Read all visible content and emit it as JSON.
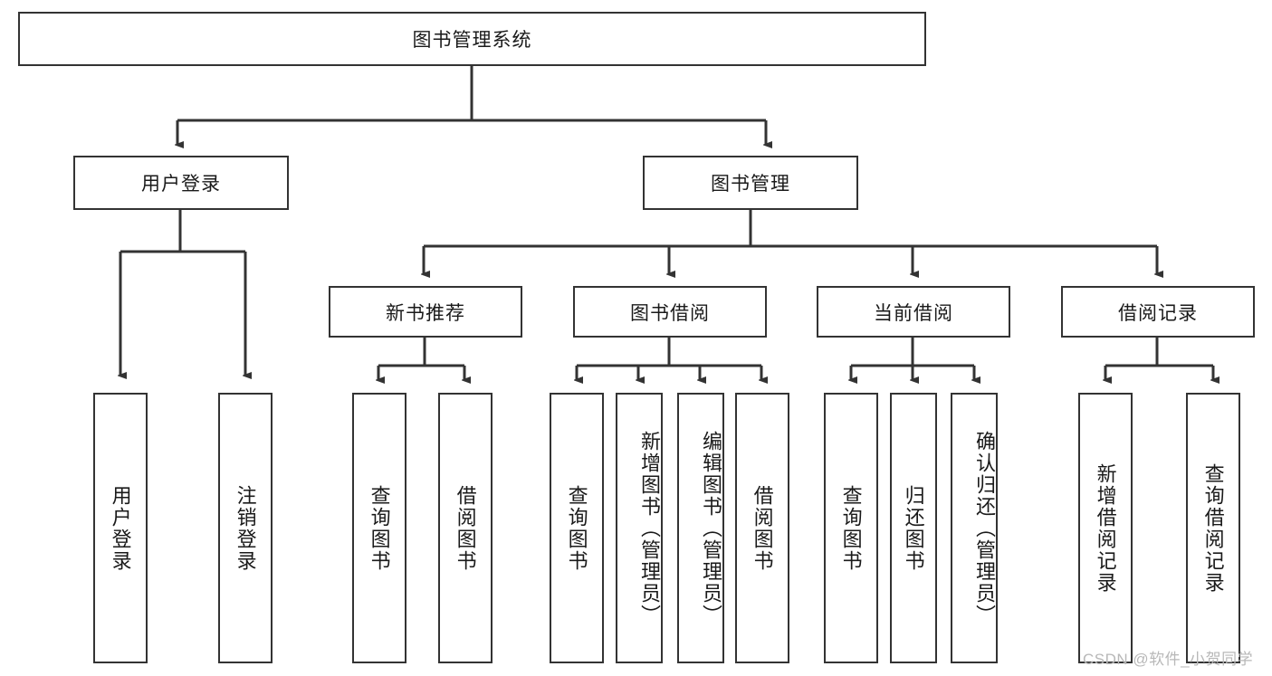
{
  "diagram": {
    "title": "图书管理系统",
    "watermark": "CSDN @软件_小贺同学",
    "accent_border": "#333333",
    "background": "#ffffff",
    "root": {
      "label": "图书管理系统"
    },
    "level1": [
      {
        "label": "用户登录"
      },
      {
        "label": "图书管理"
      }
    ],
    "level2": [
      {
        "label": "新书推荐"
      },
      {
        "label": "图书借阅"
      },
      {
        "label": "当前借阅"
      },
      {
        "label": "借阅记录"
      }
    ],
    "leaves": {
      "user_login": [
        {
          "label": "用户登录"
        },
        {
          "label": "注销登录"
        }
      ],
      "new_book_recommend": [
        {
          "label": "查询图书"
        },
        {
          "label": "借阅图书"
        }
      ],
      "book_borrow": [
        {
          "label": "查询图书"
        },
        {
          "label": "新增图书（管理员）"
        },
        {
          "label": "编辑图书（管理员）"
        },
        {
          "label": "借阅图书"
        }
      ],
      "current_borrow": [
        {
          "label": "查询图书"
        },
        {
          "label": "归还图书"
        },
        {
          "label": "确认归还（管理员）"
        }
      ],
      "borrow_record": [
        {
          "label": "新增借阅记录"
        },
        {
          "label": "查询借阅记录"
        }
      ]
    }
  },
  "chart_data": {
    "type": "table",
    "title": "图书管理系统 功能结构图",
    "nodes": [
      {
        "id": "root",
        "label": "图书管理系统",
        "level": 0,
        "parent": null
      },
      {
        "id": "user_login",
        "label": "用户登录",
        "level": 1,
        "parent": "root"
      },
      {
        "id": "book_manage",
        "label": "图书管理",
        "level": 1,
        "parent": "root"
      },
      {
        "id": "new_book",
        "label": "新书推荐",
        "level": 2,
        "parent": "book_manage"
      },
      {
        "id": "book_borrow",
        "label": "图书借阅",
        "level": 2,
        "parent": "book_manage"
      },
      {
        "id": "current_borrow",
        "label": "当前借阅",
        "level": 2,
        "parent": "book_manage"
      },
      {
        "id": "borrow_record",
        "label": "借阅记录",
        "level": 2,
        "parent": "book_manage"
      },
      {
        "id": "l1",
        "label": "用户登录",
        "level": 3,
        "parent": "user_login"
      },
      {
        "id": "l2",
        "label": "注销登录",
        "level": 3,
        "parent": "user_login"
      },
      {
        "id": "l3",
        "label": "查询图书",
        "level": 3,
        "parent": "new_book"
      },
      {
        "id": "l4",
        "label": "借阅图书",
        "level": 3,
        "parent": "new_book"
      },
      {
        "id": "l5",
        "label": "查询图书",
        "level": 3,
        "parent": "book_borrow"
      },
      {
        "id": "l6",
        "label": "新增图书（管理员）",
        "level": 3,
        "parent": "book_borrow"
      },
      {
        "id": "l7",
        "label": "编辑图书（管理员）",
        "level": 3,
        "parent": "book_borrow"
      },
      {
        "id": "l8",
        "label": "借阅图书",
        "level": 3,
        "parent": "book_borrow"
      },
      {
        "id": "l9",
        "label": "查询图书",
        "level": 3,
        "parent": "current_borrow"
      },
      {
        "id": "l10",
        "label": "归还图书",
        "level": 3,
        "parent": "current_borrow"
      },
      {
        "id": "l11",
        "label": "确认归还（管理员）",
        "level": 3,
        "parent": "current_borrow"
      },
      {
        "id": "l12",
        "label": "新增借阅记录",
        "level": 3,
        "parent": "borrow_record"
      },
      {
        "id": "l13",
        "label": "查询借阅记录",
        "level": 3,
        "parent": "borrow_record"
      }
    ]
  }
}
